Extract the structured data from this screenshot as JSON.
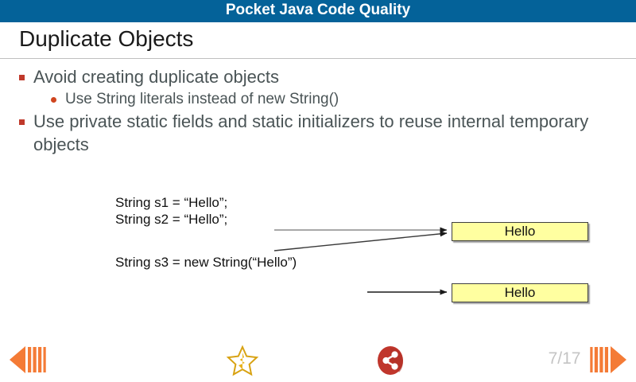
{
  "app": {
    "title": "Pocket Java Code Quality",
    "header_color": "#046299"
  },
  "slide": {
    "title": "Duplicate Objects",
    "bullets": [
      {
        "level": 1,
        "marker": "square-bullet",
        "text": "Avoid creating duplicate objects"
      },
      {
        "level": 2,
        "marker": "round-bullet",
        "text": "Use String literals instead of new String()"
      },
      {
        "level": 1,
        "marker": "square-bullet",
        "text": "Use private static fields and static initializers to reuse internal temporary objects"
      }
    ],
    "diagram": {
      "code_lines": [
        {
          "id": "s1",
          "text": "String s1 = “Hello”;"
        },
        {
          "id": "s2",
          "text": "String s2 = “Hello”;"
        },
        {
          "id": "s3",
          "text": "String s3 = new String(“Hello”)"
        }
      ],
      "memory_boxes": [
        {
          "id": "box1",
          "text": "Hello"
        },
        {
          "id": "box2",
          "text": "Hello"
        }
      ],
      "box_fill_color": "#ffffa0",
      "box_border_color": "#3f3f3f"
    }
  },
  "bottom_bar": {
    "prev_label": "Previous slide",
    "next_label": "Next slide",
    "star_label": "Favorite",
    "share_label": "Share",
    "page_indicator": "7/17",
    "arrow_color": "#f47b36",
    "star_color": "#d8a212",
    "share_color": "#c0362c"
  }
}
